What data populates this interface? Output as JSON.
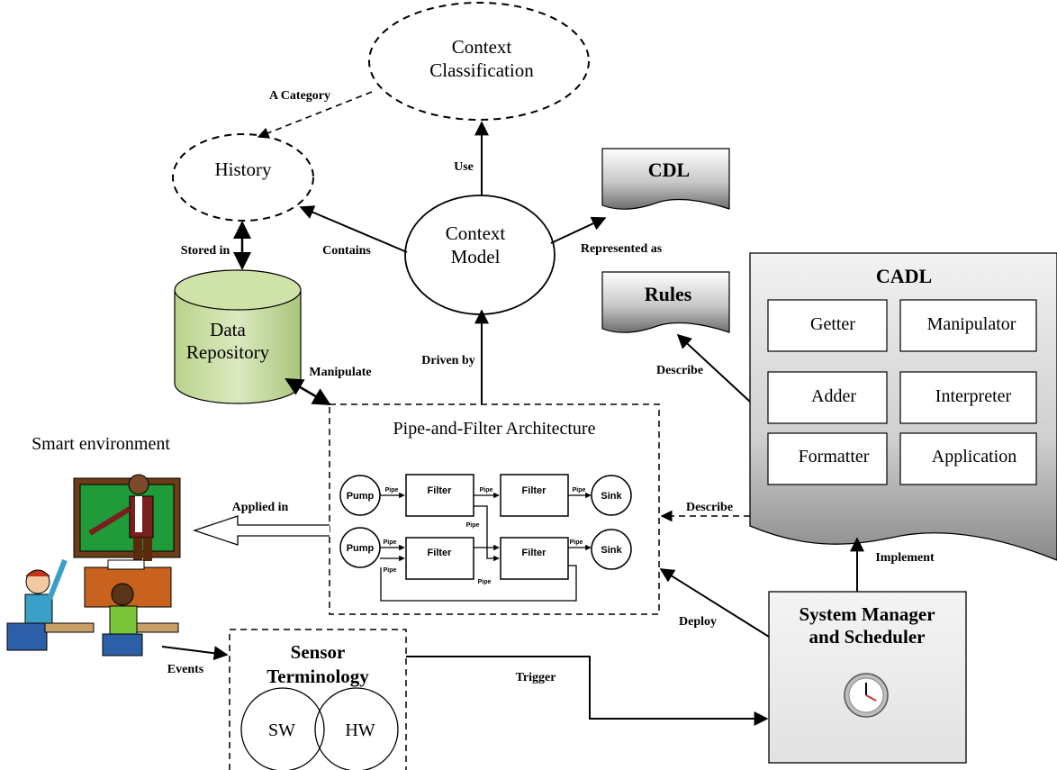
{
  "nodes": {
    "context_classification": [
      "Context",
      "Classification"
    ],
    "history": "History",
    "context_model": [
      "Context",
      "Model"
    ],
    "data_repository": [
      "Data",
      "Repository"
    ],
    "cdl": "CDL",
    "rules": "Rules",
    "cadl": {
      "title": "CADL",
      "items": [
        "Getter",
        "Manipulator",
        "Adder",
        "Interpreter",
        "Formatter",
        "Application"
      ]
    },
    "pipe_filter": {
      "title": "Pipe-and-Filter Architecture",
      "pump": "Pump",
      "filter": "Filter",
      "sink": "Sink",
      "pipe": "Pipe"
    },
    "smart_env": "Smart environment",
    "sensor": {
      "title": [
        "Sensor",
        "Terminology"
      ],
      "sw": "SW",
      "hw": "HW"
    },
    "system_manager": [
      "System Manager",
      "and Scheduler"
    ]
  },
  "edges": {
    "a_category": "A Category",
    "use": "Use",
    "stored_in": "Stored in",
    "contains": "Contains",
    "represented_as": "Represented as",
    "manipulate": "Manipulate",
    "driven_by": "Driven by",
    "describe_rules": "Describe",
    "applied_in": "Applied in",
    "describe_pf": "Describe",
    "implement": "Implement",
    "deploy": "Deploy",
    "events": "Events",
    "trigger": "Trigger"
  }
}
